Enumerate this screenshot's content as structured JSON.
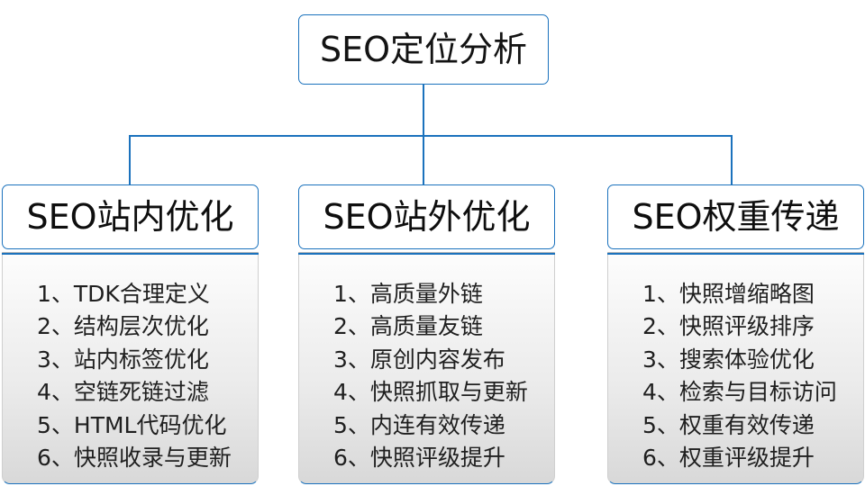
{
  "diagram": {
    "type": "org-chart",
    "title": "SEO定位分析",
    "accent_color": "#1b72bd",
    "text_color": "#1a1a1a",
    "body_gradient_top": "#fdfdfd",
    "body_gradient_bottom": "#d8d8d8",
    "root": {
      "label": "SEO定位分析"
    },
    "columns": [
      {
        "header": "SEO站内优化",
        "items": [
          {
            "index": "1、",
            "text": "TDK合理定义"
          },
          {
            "index": "2、",
            "text": "结构层次优化"
          },
          {
            "index": "3、",
            "text": "站内标签优化"
          },
          {
            "index": "4、",
            "text": "空链死链过滤"
          },
          {
            "index": "5、",
            "text": "HTML代码优化"
          },
          {
            "index": "6、",
            "text": "快照收录与更新"
          }
        ]
      },
      {
        "header": "SEO站外优化",
        "items": [
          {
            "index": "1、",
            "text": "高质量外链"
          },
          {
            "index": "2、",
            "text": "高质量友链"
          },
          {
            "index": "3、",
            "text": "原创内容发布"
          },
          {
            "index": "4、",
            "text": "快照抓取与更新"
          },
          {
            "index": "5、",
            "text": "内连有效传递"
          },
          {
            "index": "6、",
            "text": "快照评级提升"
          }
        ]
      },
      {
        "header": "SEO权重传递",
        "items": [
          {
            "index": "1、",
            "text": "快照增缩略图"
          },
          {
            "index": "2、",
            "text": "快照评级排序"
          },
          {
            "index": "3、",
            "text": "搜索体验优化"
          },
          {
            "index": "4、",
            "text": "检索与目标访问"
          },
          {
            "index": "5、",
            "text": "权重有效传递"
          },
          {
            "index": "6、",
            "text": "权重评级提升"
          }
        ]
      }
    ]
  }
}
